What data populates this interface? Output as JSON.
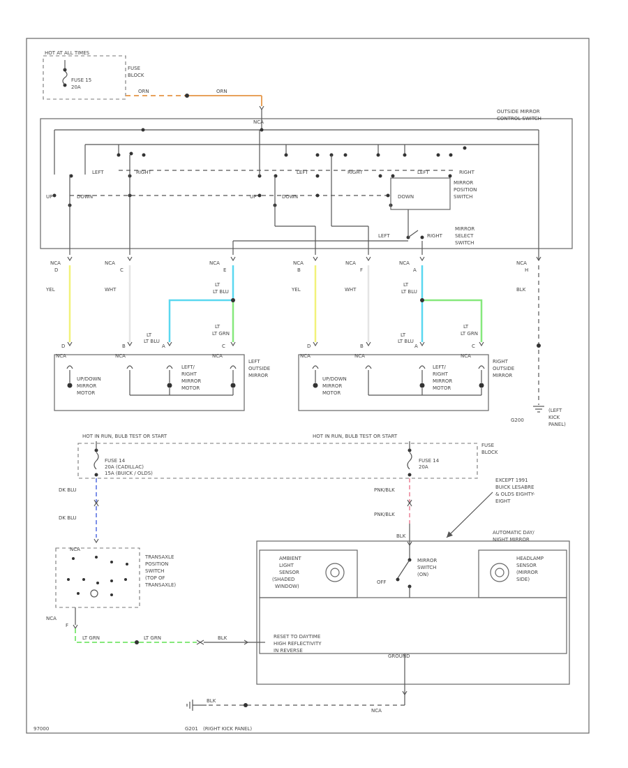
{
  "diagram": {
    "colors": {
      "orange": "#e8a15a",
      "yellow": "#f2f27a",
      "white": "#e4e4e4",
      "lt_blu": "#5ad8f0",
      "lt_grn": "#86e87c",
      "dk_blu": "#7c8fe8",
      "pnk_blk": "#f0a0b0",
      "line": "#555555"
    },
    "power": {
      "hot_at_all_times": "HOT AT ALL TIMES",
      "fuse_15": "FUSE 15",
      "fuse_15_amp": "20A",
      "fuse_block": "FUSE BLOCK",
      "wire_orn_1": "ORN",
      "wire_orn_2": "ORN"
    },
    "control_switch": {
      "title": "OUTSIDE MIRROR CONTROL SWITCH",
      "nca": "NCA",
      "left_1": "LEFT",
      "right_1": "RIGHT",
      "left_2": "LEFT",
      "right_2": "RIGHT",
      "left_3": "LEFT",
      "right_3": "RIGHT",
      "up_1": "UP",
      "down_1": "DOWN",
      "up_2": "UP",
      "down_2": "DOWN",
      "down_3": "DOWN",
      "position_switch": "MIRROR POSITION SWITCH",
      "select_left": "LEFT",
      "select_right": "RIGHT",
      "select_switch": "MIRROR SELECT SWITCH"
    },
    "connectors": {
      "c1": {
        "label": "NCA",
        "pin": "D"
      },
      "c2": {
        "label": "NCA",
        "pin": "C"
      },
      "c3": {
        "label": "NCA",
        "pin": "E"
      },
      "c4": {
        "label": "NCA",
        "pin": "B"
      },
      "c5": {
        "label": "NCA",
        "pin": "F"
      },
      "c6": {
        "label": "NCA",
        "pin": "A"
      },
      "c7": {
        "label": "NCA",
        "pin": "H"
      }
    },
    "wires": {
      "yel_1": "YEL",
      "wht_1": "WHT",
      "lt_blu_1": "LT BLU",
      "lt_blu_2": "LT BLU",
      "lt_grn_1": "LT GRN",
      "yel_2": "YEL",
      "wht_2": "WHT",
      "lt_blu_3": "LT BLU",
      "lt_blu_4": "LT BLU",
      "lt_grn_2": "LT GRN",
      "blk_1": "BLK"
    },
    "left_mirror": {
      "title": "LEFT OUTSIDE MIRROR",
      "pin_d": "D",
      "pin_b": "B",
      "pin_a": "A",
      "pin_c": "C",
      "nca_1": "NCA",
      "nca_2": "NCA",
      "nca_3": "NCA",
      "updown_motor": "UP/DOWN MIRROR MOTOR",
      "leftright_motor": "LEFT/ RIGHT MIRROR MOTOR"
    },
    "right_mirror": {
      "title": "RIGHT OUTSIDE MIRROR",
      "pin_d": "D",
      "pin_b": "B",
      "pin_a": "A",
      "pin_c": "C",
      "nca_1": "NCA",
      "nca_2": "NCA",
      "nca_3": "NCA",
      "updown_motor": "UP/DOWN MIRROR MOTOR",
      "leftright_motor": "LEFT/ RIGHT MIRROR MOTOR"
    },
    "ground_left": {
      "id": "G200",
      "desc": "(LEFT KICK PANEL)"
    },
    "lower_power": {
      "hot_left": "HOT IN RUN, BULB TEST OR START",
      "hot_right": "HOT IN RUN, BULB TEST OR START",
      "fuse_14_left": "FUSE 14",
      "fuse_14_left_a": "20A (CADILLAC)",
      "fuse_14_left_b": "15A (BUICK / OLDS)",
      "fuse_14_right": "FUSE 14",
      "fuse_14_right_amp": "20A",
      "fuse_block": "FUSE BLOCK",
      "dk_blu_1": "DK BLU",
      "dk_blu_2": "DK BLU",
      "pnk_blk_1": "PNK/BLK",
      "pnk_blk_2": "PNK/BLK",
      "except_note": "EXCEPT 1991 BUICK LESABRE & OLDS EIGHTY-EIGHT"
    },
    "transaxle": {
      "title": "TRANSAXLE POSITION SWITCH (TOP OF TRANSAXLE)",
      "nca_top": "NCA",
      "nca_bottom": "NCA",
      "pin_f": "F",
      "wire_lt_grn_1": "LT GRN",
      "wire_lt_grn_2": "LT GRN",
      "wire_blk": "BLK"
    },
    "auto_mirror": {
      "title": "AUTOMATIC DAY/ NIGHT MIRROR",
      "blk": "BLK",
      "ambient_sensor": "AMBIENT LIGHT SENSOR (SHADED WINDOW)",
      "mirror_switch": "MIRROR SWITCH (ON)",
      "off": "OFF",
      "headlamp_sensor": "HEADLAMP SENSOR (MIRROR SIDE)",
      "reset_text": "RESET TO DAYTIME HIGH REFLECTIVITY IN REVERSE",
      "ground_label": "GROUND",
      "wire_blk_bottom": "BLK",
      "nca": "NCA"
    },
    "ground_right": {
      "label": "G201",
      "desc": "(RIGHT KICK PANEL)"
    },
    "figure_id": "97000"
  }
}
